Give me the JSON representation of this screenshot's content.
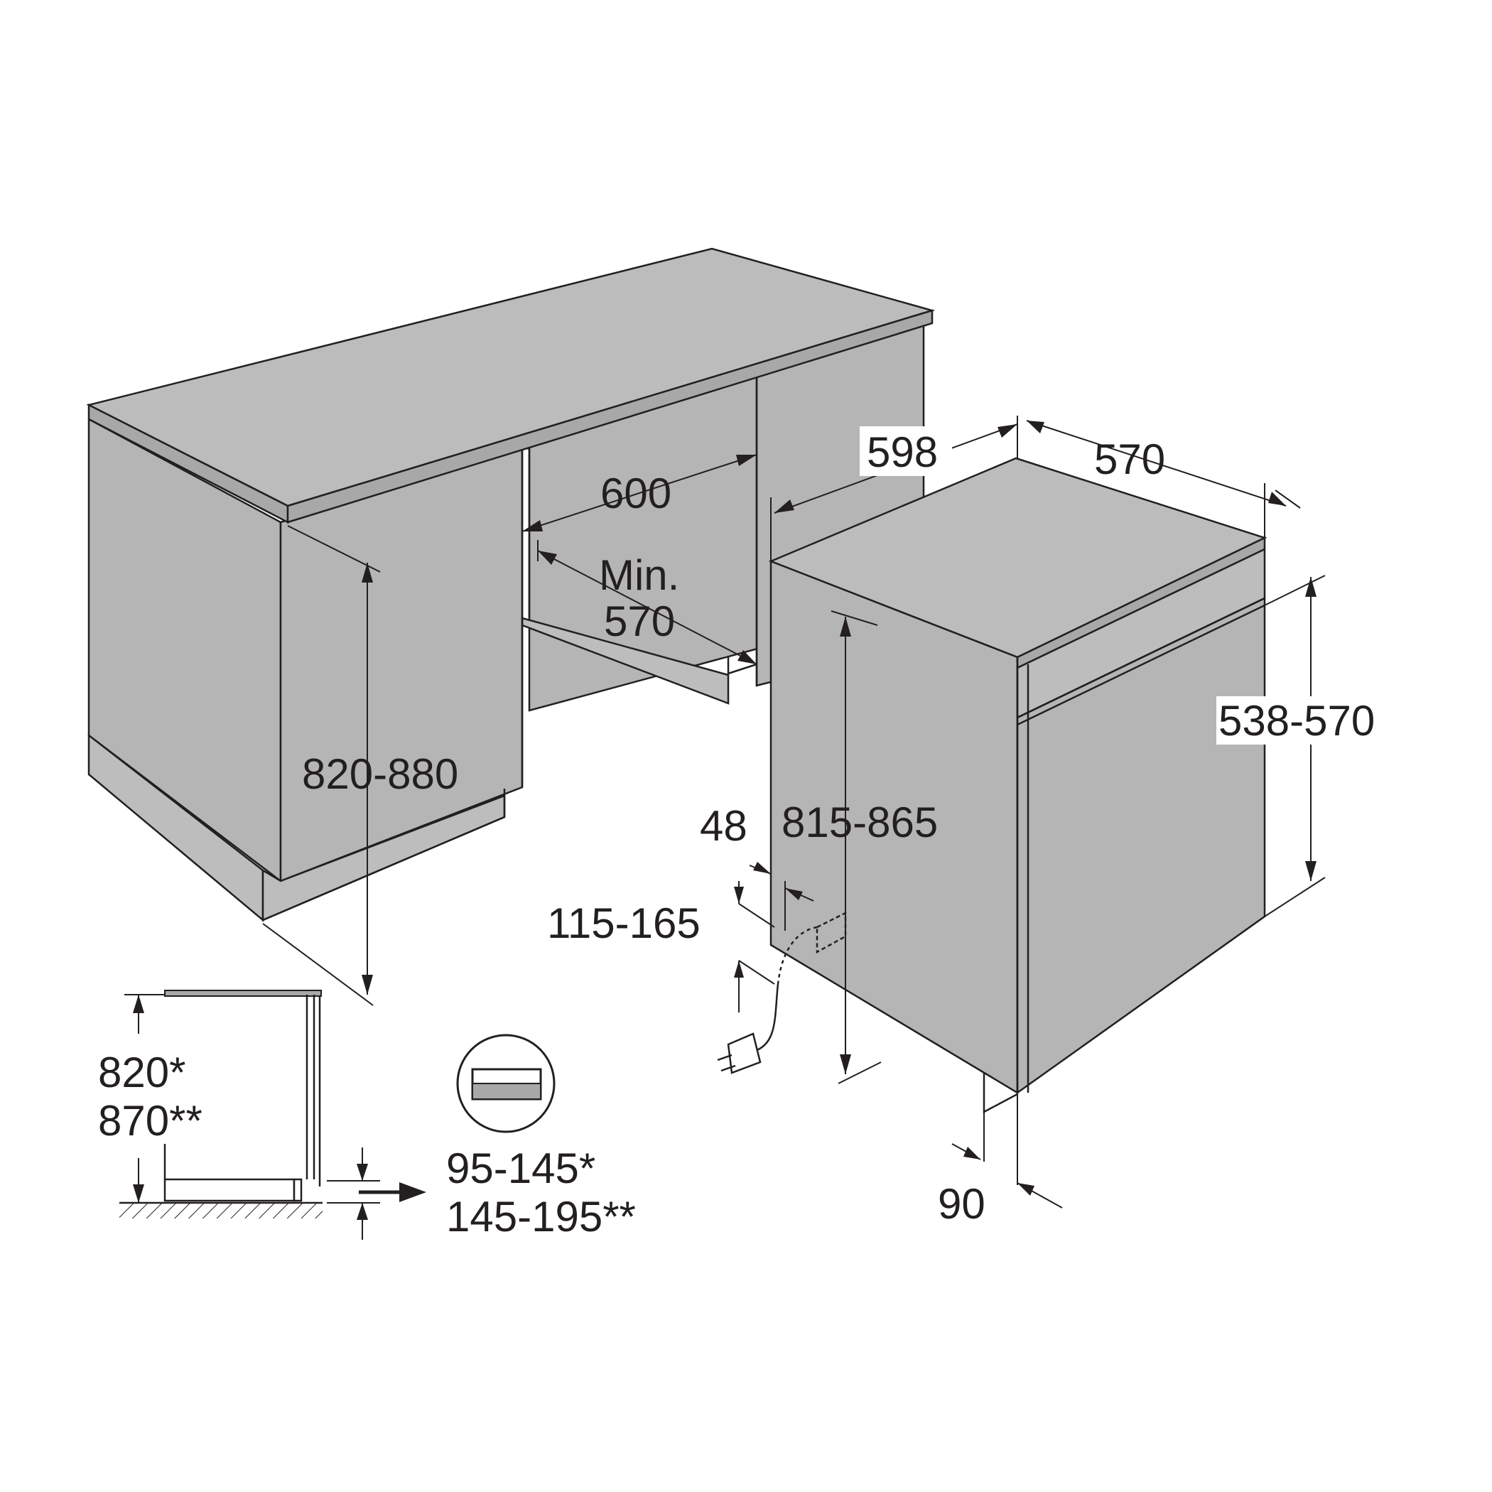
{
  "dimensions": {
    "width_598": "598",
    "depth_570": "570",
    "niche_width": "600",
    "niche_depth_min": "Min.",
    "niche_depth_value": "570",
    "niche_height": "820-880",
    "panel_height": "538-570",
    "appliance_height": "815-865",
    "side_offset": "48",
    "connection_height": "115-165",
    "plinth_depth": "90",
    "worktop_height_1": "820*",
    "worktop_height_2": "870**",
    "plinth_height_1": "95-145*",
    "plinth_height_2": "145-195**"
  },
  "icons": [
    "power-plug-icon",
    "plinth-symbol-icon",
    "hatched-floor-icon"
  ],
  "colors": {
    "line": "#231f20",
    "surface_grey": "#b5b5b5",
    "worktop_grey": "#bcbcbc",
    "background": "#ffffff"
  }
}
